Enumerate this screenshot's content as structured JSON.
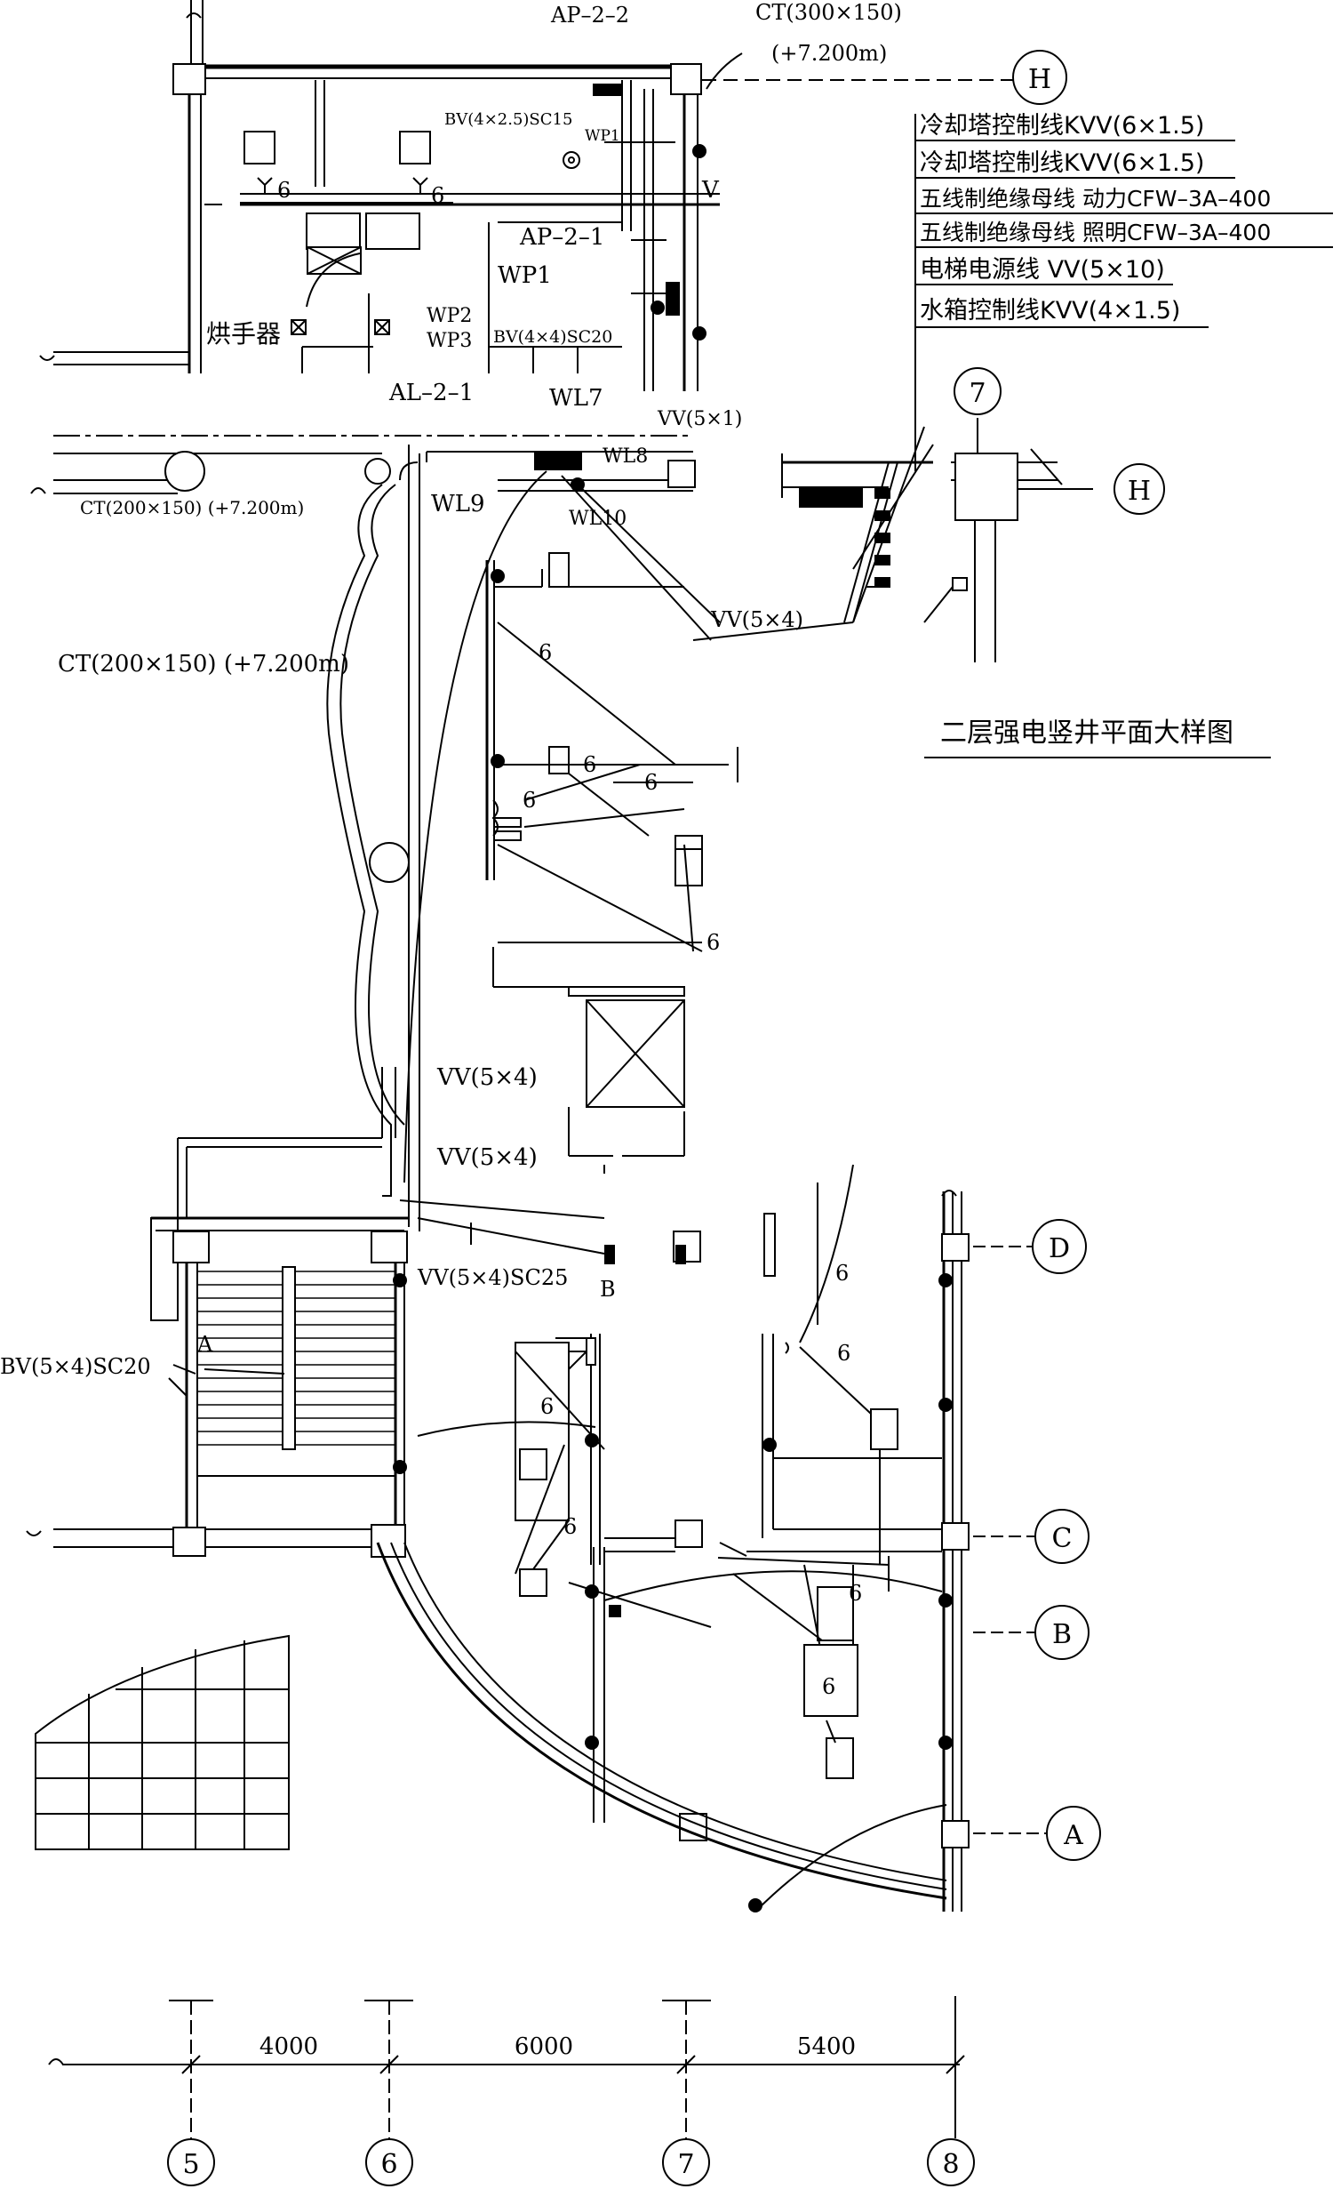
{
  "labels": {
    "ap22": "AP–2–2",
    "ct300": "CT(300×150)",
    "ct300_elev": "(+7.200m)",
    "bv4x25": "BV(4×2.5)SC15",
    "wp1_small": "WP1",
    "v_mark": "V",
    "ap21": "AP–2–1",
    "wp1": "WP1",
    "wp2": "WP2",
    "wp3": "WP3",
    "bv4x4sc20": "BV(4×4)SC20",
    "hand_dryer": "烘手器",
    "wl7": "WL7",
    "al21": "AL–2–1",
    "vv5x1": "VV(5×1)",
    "wl8": "WL8",
    "ct200_top": "CT(200×150) (+7.200m)",
    "wl9": "WL9",
    "wl10": "WL10",
    "vv5x4_a": "VV(5×4)",
    "ct200_mid": "CT(200×150) (+7.200m)",
    "vv5x4_b": "VV(5×4)",
    "vv5x4_c": "VV(5×4)",
    "vv5x4sc25": "VV(5×4)SC25",
    "point_b": "B",
    "point_a": "A",
    "bv5x4sc20": "BV(5×4)SC20",
    "six": "6"
  },
  "legend": {
    "items": [
      "冷却塔控制线KVV(6×1.5)",
      "冷却塔控制线KVV(6×1.5)",
      "五线制绝缘母线 动力CFW–3A–400",
      "五线制绝缘母线 照明CFW–3A–400",
      "电梯电源线 VV(5×10)",
      "水箱控制线KVV(4×1.5)"
    ]
  },
  "detail": {
    "title": "二层强电竖井平面大样图",
    "column_axis": "7",
    "row_axis": "H"
  },
  "axes": {
    "rows": [
      "H",
      "D",
      "C",
      "B",
      "A"
    ],
    "columns": [
      "5",
      "6",
      "7",
      "8"
    ]
  },
  "dimensions": {
    "spans": [
      "4000",
      "6000",
      "5400"
    ]
  }
}
